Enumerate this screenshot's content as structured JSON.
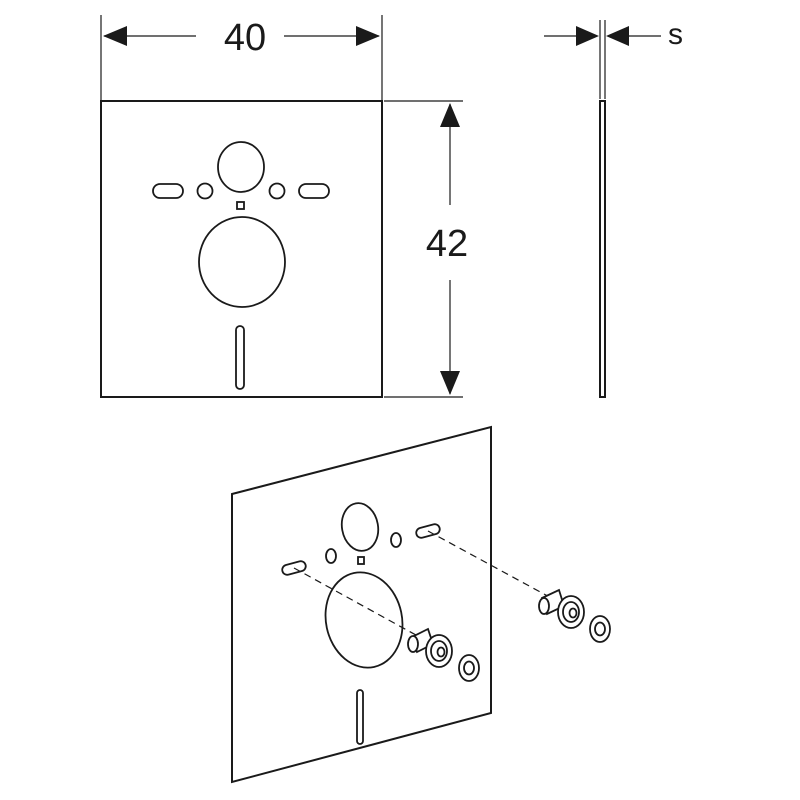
{
  "dimensions": {
    "width_label": "40",
    "height_label": "42",
    "thickness_label": "s"
  }
}
